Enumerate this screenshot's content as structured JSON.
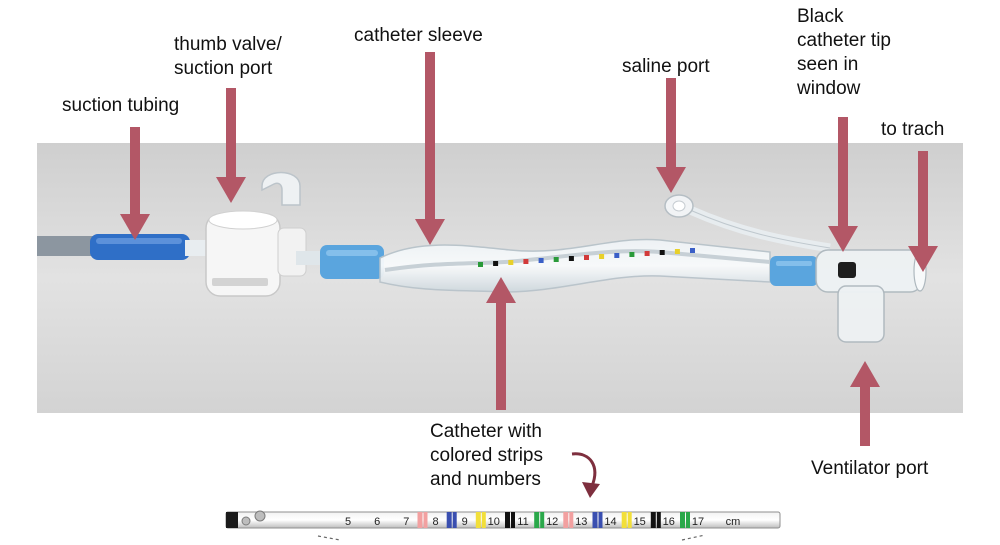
{
  "labels": {
    "suction_tubing": "suction tubing",
    "thumb_valve": "thumb valve/\nsuction port",
    "catheter_sleeve": "catheter sleeve",
    "saline_port": "saline port",
    "catheter_tip": "Black\ncatheter tip\nseen in\nwindow",
    "to_trach": "to trach",
    "catheter_strips": "Catheter with\ncolored strips\nand numbers",
    "ventilator_port": "Ventilator port"
  },
  "colors": {
    "arrow": "#b35766",
    "curved_arrow": "#7e2f3e",
    "photo_background": "#dcdcdc",
    "tubing_blue": "#2f6fc7",
    "connector_blue": "#5aa5de",
    "valve_white": "#f4f4f4"
  },
  "ruler": {
    "numbers": [
      "5",
      "6",
      "7",
      "8",
      "9",
      "10",
      "11",
      "12",
      "13",
      "14",
      "15",
      "16",
      "17"
    ],
    "unit": "cm"
  },
  "sleeve_strip_colors": [
    "#2a9a3a",
    "#111111",
    "#e8d02a",
    "#d23a3a",
    "#3a5fc7",
    "#2a9a3a",
    "#111111",
    "#d23a3a",
    "#e8d02a",
    "#3a5fc7",
    "#2a9a3a",
    "#d23a3a",
    "#111111",
    "#e8d02a",
    "#3a5fc7"
  ]
}
